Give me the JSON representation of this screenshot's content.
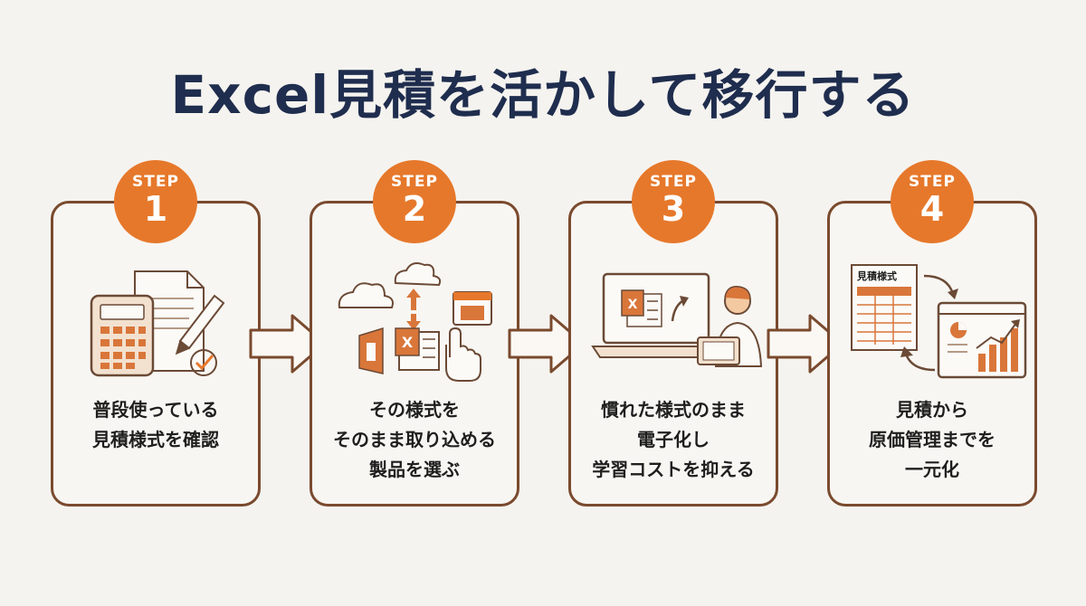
{
  "title": "Excel見積を活かして移行する",
  "colors": {
    "accent": "#e6782b",
    "border": "#7a4a2e",
    "title": "#1f2d4e",
    "background": "#f5f3ef"
  },
  "steps": [
    {
      "label": "STEP",
      "number": "1",
      "lines": [
        "普段使っている",
        "見積様式を確認"
      ],
      "icons": [
        "calculator-icon",
        "document-icon",
        "pen-icon",
        "check-icon"
      ]
    },
    {
      "label": "STEP",
      "number": "2",
      "lines": [
        "その様式を",
        "そのまま取り込める",
        "製品を選ぶ"
      ],
      "icons": [
        "cloud-icon",
        "upload-download-icon",
        "office-icon",
        "excel-icon",
        "hand-pointer-icon",
        "window-icon"
      ]
    },
    {
      "label": "STEP",
      "number": "3",
      "lines": [
        "慣れた様式のまま",
        "電子化し",
        "学習コストを抑える"
      ],
      "icons": [
        "laptop-icon",
        "excel-icon",
        "person-icon",
        "tablet-icon"
      ]
    },
    {
      "label": "STEP",
      "number": "4",
      "lines": [
        "見積から",
        "原価管理までを",
        "一元化"
      ],
      "icons": [
        "estimate-sheet-icon",
        "dashboard-icon",
        "bar-chart-icon",
        "cycle-arrow-icon"
      ],
      "sheet_label": "見積様式"
    }
  ]
}
